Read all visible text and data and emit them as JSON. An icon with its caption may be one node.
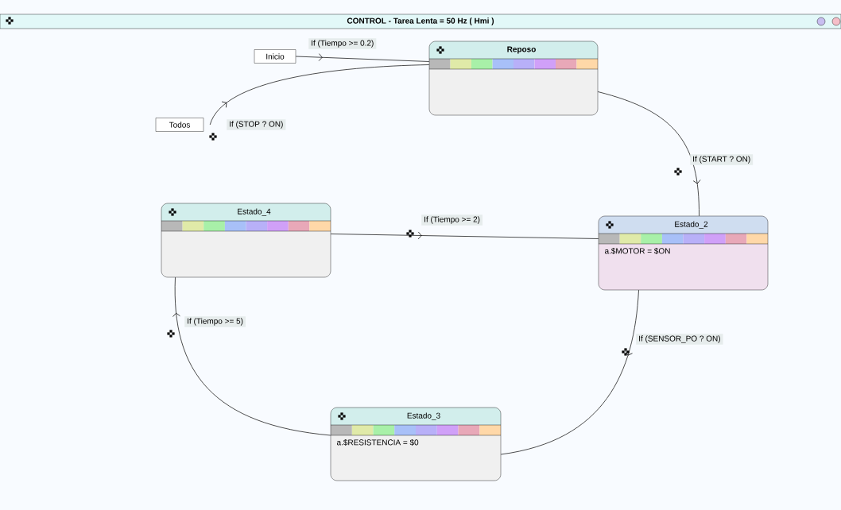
{
  "diagram": {
    "title": "CONTROL - Tarea Lenta = 50 Hz   ( Hmi )",
    "nodes": [
      {
        "text": [
          "Inicio"
        ]
      },
      {
        "text": [
          "Todos"
        ]
      },
      {
        "text": [
          "Reposo"
        ]
      },
      {
        "text": [
          "Estado_4"
        ]
      },
      {
        "text": [
          "Estado_2",
          "a.$MOTOR = $ON"
        ]
      },
      {
        "text": [
          "Estado_3",
          "a.$RESISTENCIA = $0"
        ]
      }
    ],
    "edges": [
      {
        "from": 0,
        "to": 2,
        "arrow": "to",
        "label": "If (Tiempo >= 0.2)"
      },
      {
        "from": 1,
        "to": 2,
        "arrow": "to",
        "label": "If (STOP ? ON)"
      },
      {
        "from": 2,
        "to": 4,
        "arrow": "to",
        "label": "If (START ? ON)"
      },
      {
        "from": 4,
        "to": 5,
        "arrow": "to",
        "label": "If (SENSOR_PO ? ON)"
      },
      {
        "from": 5,
        "to": 3,
        "arrow": "to",
        "label": "If (Tiempo >= 5)"
      },
      {
        "from": 3,
        "to": 4,
        "arrow": "to",
        "label": "If (Tiempo >= 2)"
      }
    ]
  }
}
